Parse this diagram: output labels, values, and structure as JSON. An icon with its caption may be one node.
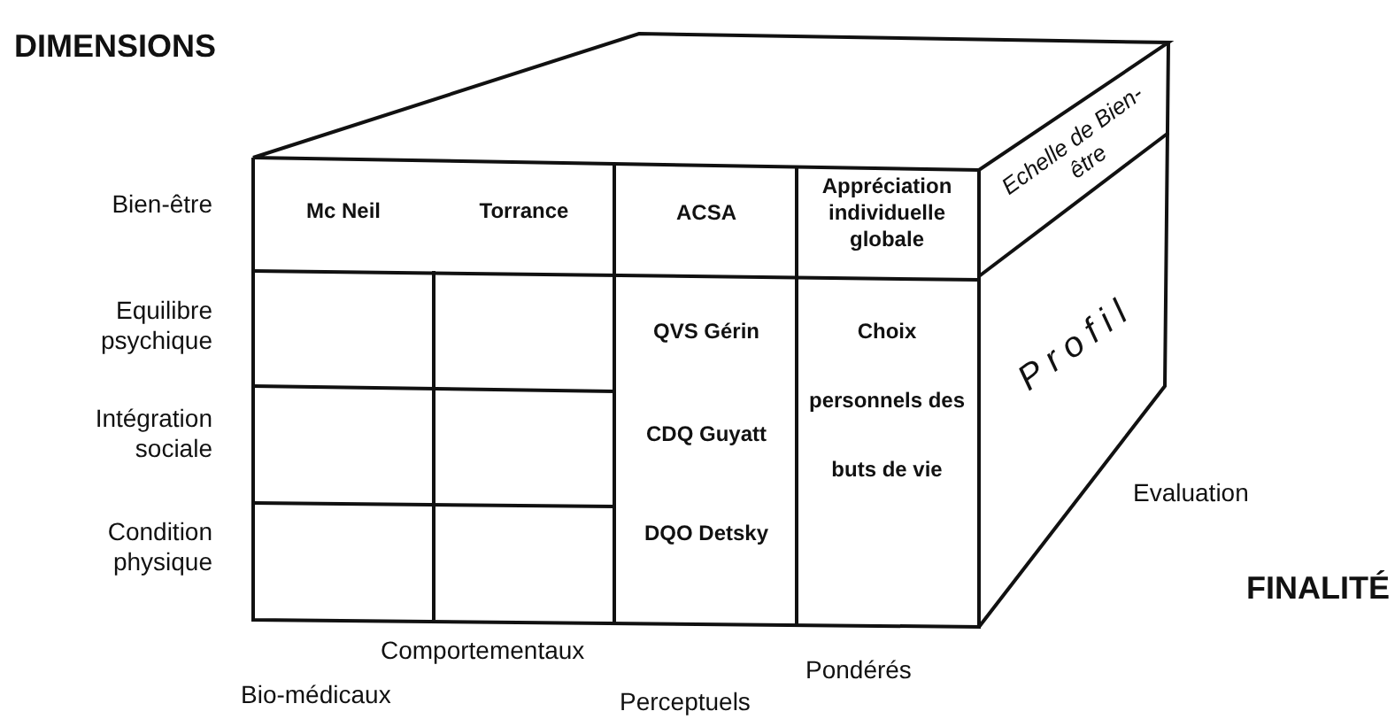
{
  "diagram": {
    "labels": [
      "DIMENSIONS",
      "Bien-être",
      "Mc Neil",
      "Torrance",
      "ACSA",
      "Appréciation individuelle globale",
      "Echelle de Bien-être",
      "Equilibre psychique",
      "QVS Gérin",
      "Choix personnels des buts de vie",
      "Profil",
      "Intégration sociale",
      "CDQ Guyatt",
      "Condition physique",
      "DQO Detsky",
      "Evaluation",
      "FINALITÉ",
      "Comportementaux",
      "Pondérés",
      "Bio-médicaux",
      "Perceptuels"
    ]
  }
}
